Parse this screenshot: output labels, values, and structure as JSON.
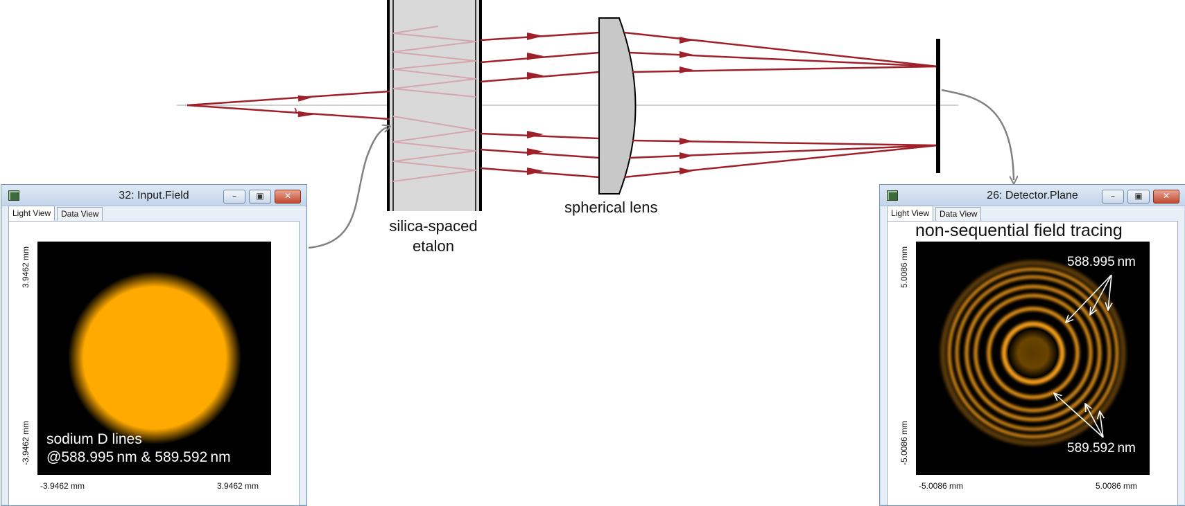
{
  "diagram": {
    "etalon_label_line1": "silica-spaced",
    "etalon_label_line2": "etalon",
    "lens_label": "spherical lens"
  },
  "input_window": {
    "title": "32: Input.Field",
    "tabs": [
      "Light View",
      "Data View"
    ],
    "y_top": "3.9462 mm",
    "y_bottom": "-3.9462 mm",
    "x_left": "-3.9462 mm",
    "x_right": "3.9462 mm",
    "caption_line1": "sodium D lines",
    "caption_line2": "@588.995 nm & 589.592 nm",
    "spot_color": "#ffaa00"
  },
  "detector_window": {
    "title": "26: Detector.Plane",
    "tabs": [
      "Light View",
      "Data View"
    ],
    "heading": "non-sequential field tracing",
    "y_top": "5.0086 mm",
    "y_bottom": "-5.0086 mm",
    "x_left": "-5.0086 mm",
    "x_right": "5.0086 mm",
    "label_top": "588.995 nm",
    "label_bottom": "589.592 nm",
    "ring_color": "#ffa41c"
  },
  "colors": {
    "ray": "#a0202a",
    "ray_internal": "#d4a6ad",
    "lens_fill": "#c8c8c8",
    "etalon_fill": "#d9d9d9",
    "arrow_gray": "#808080"
  }
}
